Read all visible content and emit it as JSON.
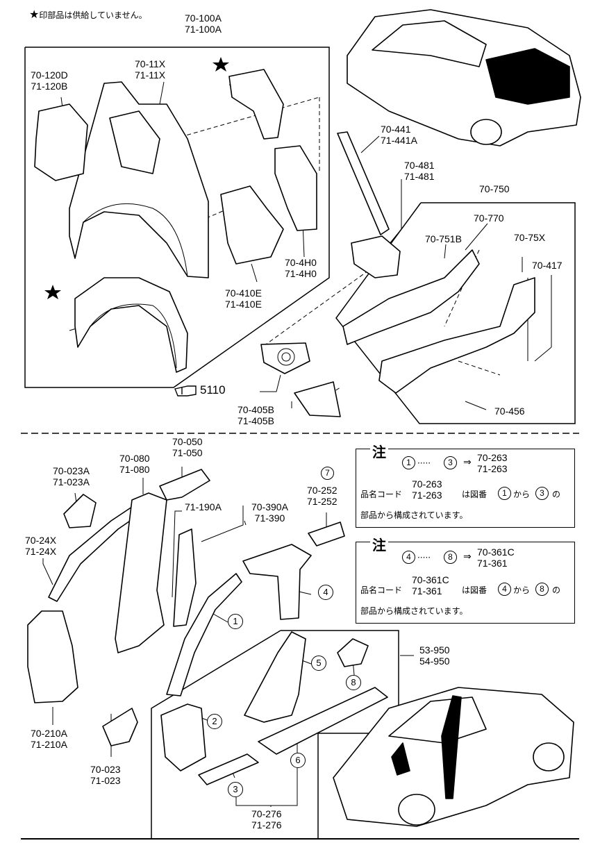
{
  "legend": {
    "star": "★",
    "text": "印部品は供給していません。"
  },
  "upper": {
    "assembly_top": [
      "70-100A",
      "71-100A"
    ],
    "p120": [
      "70-120D",
      "71-120B"
    ],
    "p11x": [
      "70-11X",
      "71-11X"
    ],
    "p441": [
      "70-441",
      "71-441A"
    ],
    "p481": [
      "70-481",
      "71-481"
    ],
    "p750": "70-750",
    "p770": "70-770",
    "p751": "70-751B",
    "p75x": "70-75X",
    "p417": "70-417",
    "p4h0": [
      "70-4H0",
      "71-4H0"
    ],
    "p410": [
      "70-410E",
      "71-410E"
    ],
    "p5110": "5110",
    "p405": [
      "70-405B",
      "71-405B"
    ],
    "p456": "70-456"
  },
  "lower": {
    "p050": [
      "70-050",
      "71-050"
    ],
    "p080": [
      "70-080",
      "71-080"
    ],
    "p023a": [
      "70-023A",
      "71-023A"
    ],
    "p190": "71-190A",
    "p390": [
      "70-390A",
      "71-390"
    ],
    "p252": [
      "70-252",
      "71-252"
    ],
    "p252_ref": "7",
    "p24x": [
      "70-24X",
      "71-24X"
    ],
    "p210": [
      "70-210A",
      "71-210A"
    ],
    "p023": [
      "70-023",
      "71-023"
    ],
    "p950": [
      "53-950",
      "54-950"
    ],
    "p276": [
      "70-276",
      "71-276"
    ],
    "refs": [
      "1",
      "2",
      "3",
      "4",
      "5",
      "6",
      "8"
    ]
  },
  "note1": {
    "head": "注",
    "range_from": "1",
    "dots": "·····",
    "range_to": "3",
    "arrow": "⇒",
    "result": [
      "70-263",
      "71-263"
    ],
    "code_label": "品名コード",
    "codes": [
      "70-263",
      "71-263"
    ],
    "mid": "は図番",
    "from": "1",
    "kara": "から",
    "to": "3",
    "no": "の",
    "tail": "部品から構成されています。"
  },
  "note2": {
    "head": "注",
    "range_from": "4",
    "dots": "·····",
    "range_to": "8",
    "arrow": "⇒",
    "result": [
      "70-361C",
      "71-361"
    ],
    "code_label": "品名コード",
    "codes": [
      "70-361C",
      "71-361"
    ],
    "mid": "は図番",
    "from": "4",
    "kara": "から",
    "to": "8",
    "no": "の",
    "tail": "部品から構成されています。"
  }
}
